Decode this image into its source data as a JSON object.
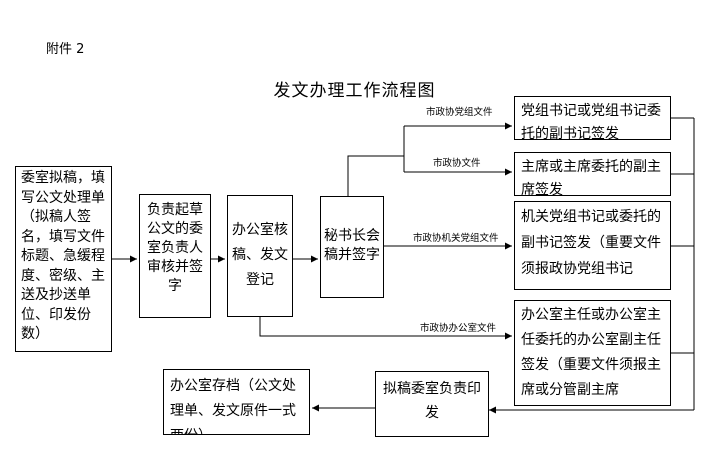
{
  "header": {
    "attachment_label": "附件 2",
    "title": "发文办理工作流程图"
  },
  "nodes": {
    "drafting_office": "委室拟稿，填写公文处理单（拟稿人签名，填写文件标题、急缓程度、密级、主送及抄送单位、印发份数）",
    "office_head_review": "负责起草公文的委室负责人审核并签字",
    "general_office_register": "办公室核稿、发文登记",
    "secretary_general_sign": "秘书长会稿并签字",
    "party_secretary_sign": "党组书记或党组书记委托的副书记签发",
    "chairman_sign": "主席或主席委托的副主席签发",
    "organ_party_secretary_sign": "机关党组书记或委托的副书记签发（重要文件须报政协党组书记",
    "office_director_sign": "办公室主任或办公室主任委托的办公室副主任签发（重要文件须报主席或分管副主席",
    "drafting_office_print": "拟稿委室负责印发",
    "office_archive": "办公室存档（公文处理单、发文原件一式两份）"
  },
  "edge_labels": {
    "party_group_doc": "市政协党组文件",
    "cppcc_doc": "市政协文件",
    "organ_party_group_doc": "市政协机关党组文件",
    "general_office_doc": "市政协办公室文件"
  }
}
